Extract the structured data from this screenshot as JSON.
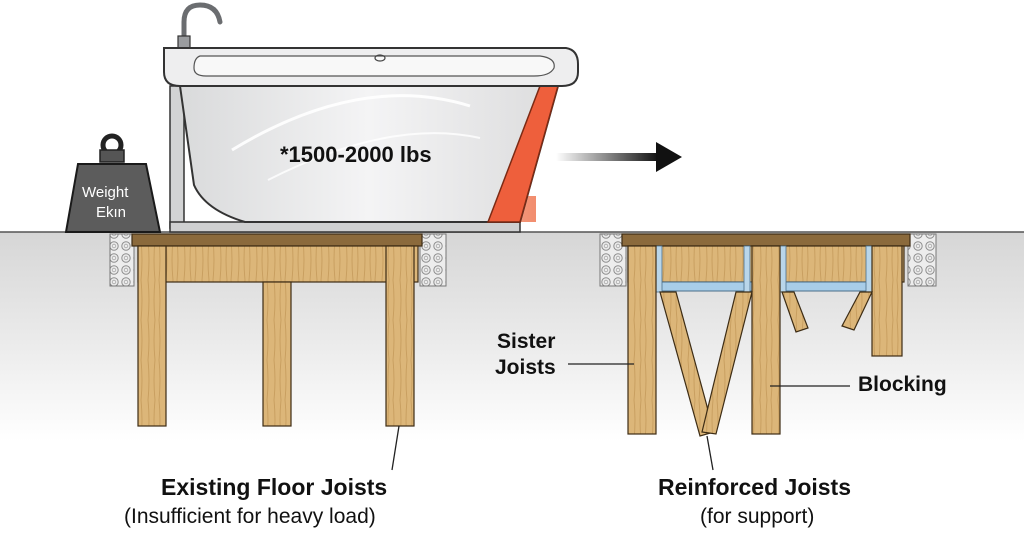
{
  "labels": {
    "weight_line1": "Weight",
    "weight_line2": "Ekın",
    "tub_load": "*1500-2000 lbs",
    "sister_line1": "Sister",
    "sister_line2": "Joists",
    "blocking": "Blocking",
    "existing_title": "Existing Floor Joists",
    "existing_sub": "(Insufficient for heavy load)",
    "reinforced_title": "Reinforced Joists",
    "reinforced_sub": "(for support)"
  },
  "colors": {
    "wood": "#dcb679",
    "wood_dark": "#8a6a3a",
    "subfloor": "#8b6a3c",
    "tub_body": "#e8e9ea",
    "tub_accent": "#ee5f3c",
    "weight": "#5c5c5c",
    "blocking_brace": "#a8cde8",
    "ground": "#dcdcdc"
  }
}
